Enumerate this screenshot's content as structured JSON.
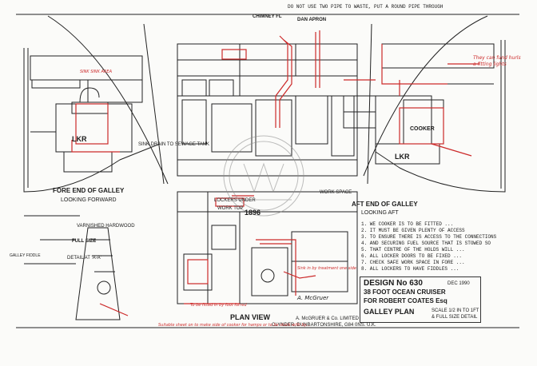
{
  "notes": {
    "top_note": "DO NOT USE TWO PIPE TO WASTE, PUT A ROUND PIPE THROUGH",
    "chimney_fl": "CHIMNEY FL",
    "dan_apron": "DAN APRON",
    "fore_end_title": "FORE END OF GALLEY",
    "looking_forward": "LOOKING FORWARD",
    "aft_end_title": "AFT END OF GALLEY",
    "looking_aft": "LOOKING AFT",
    "plan_view": "PLAN VIEW",
    "work_space": "WORK SPACE",
    "work_top": "WORK TOP",
    "lockers_under": "LOCKERS UNDER",
    "sink_drain": "SINK DRAIN TO SEWAGE TANK",
    "lkr": "LKR",
    "lkr_r": "LKR",
    "cooker": "COOKER",
    "scale_number": "1896",
    "galley_title": "GALLEY",
    "full_size": "FULL SIZE",
    "detail_a": "DETAIL AT 'A-A'",
    "varnished_hardwood": "VARNISHED HARDWOOD",
    "galley_fiddle": "GALLEY FIDDLE",
    "red_sink_note": "SINK SINK AREA",
    "red_top_right_1": "They can fund hurls",
    "red_top_right_2": "a fitting lights",
    "red_bottom_note": "Suitable sheet on to make side of cooker for hamps or to be stuck with by...",
    "red_bottom_note2": "To be fitted in by foot furred",
    "red_plan_note": "Sink in by treatment one side"
  },
  "numbered_notes": [
    "1. WE COOKER IS TO BE FITTED ...",
    "2. IT MUST BE GIVEN PLENTY OF ACCESS",
    "3. TO ENSURE THERE IS ACCESS TO THE CONNECTIONS",
    "4. AND SECURING FUEL SOURCE THAT IS STOWED SO",
    "5. THAT CENTRE OF THE HOLDS WILL ...",
    "6. ALL LOCKER DOORS TO BE FIXED ...",
    "7. CHECK SAFE WORK SPACE IN FORE ...",
    "8. ALL LOCKERS TO HAVE FIDDLES ..."
  ],
  "title_block": {
    "design_no": "DESIGN No 630",
    "date": "DEC 1990",
    "line2": "38 FOOT OCEAN CRUISER",
    "line3": "FOR ROBERT COATES Esq",
    "sheet_title": "GALLEY PLAN",
    "scale": "SCALE 1/2 IN TO 1FT",
    "full_size": "& FULL SIZE DETAIL"
  },
  "signature": "A. McGruer",
  "designer": {
    "name": "A. McGRUER & Co. LIMITED",
    "place": "CLYNDER, DUNBARTONSHIRE, G84 0NS. U.K."
  },
  "colors": {
    "ink": "#1a1a1a",
    "red": "#cc2a2a"
  }
}
